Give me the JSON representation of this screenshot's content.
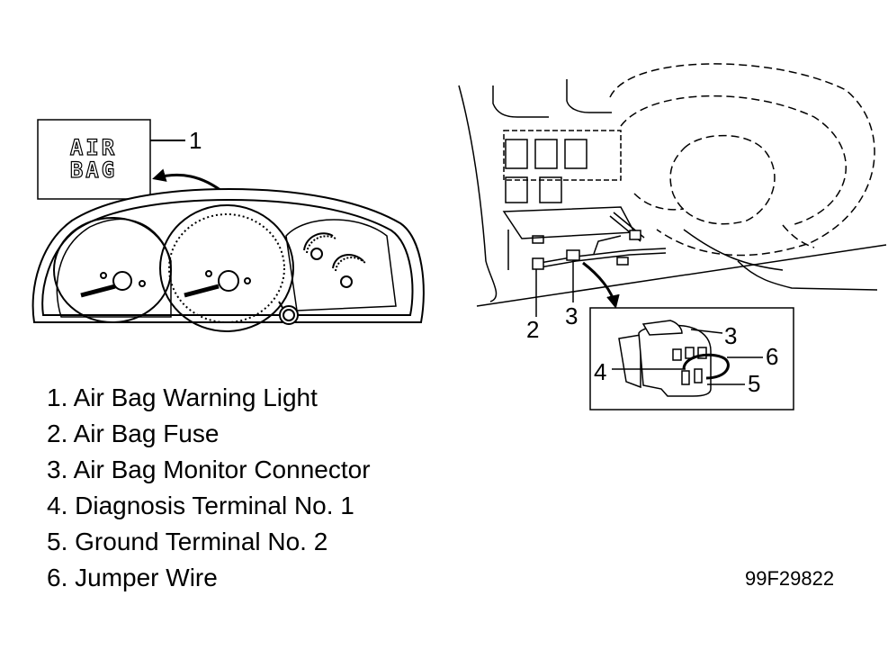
{
  "indicator": {
    "line1": "AIR",
    "line2": "BAG"
  },
  "callouts": {
    "c1": "1",
    "c2": "2",
    "c3": "3",
    "d3": "3",
    "d4": "4",
    "d5": "5",
    "d6": "6"
  },
  "legend": [
    {
      "num": "1.",
      "text": "Air Bag Warning Light"
    },
    {
      "num": "2.",
      "text": "Air Bag Fuse"
    },
    {
      "num": "3.",
      "text": "Air Bag Monitor Connector"
    },
    {
      "num": "4.",
      "text": "Diagnosis Terminal No. 1"
    },
    {
      "num": "5.",
      "text": "Ground Terminal No. 2"
    },
    {
      "num": "6.",
      "text": "Jumper Wire"
    }
  ],
  "figure_code": "99F29822"
}
